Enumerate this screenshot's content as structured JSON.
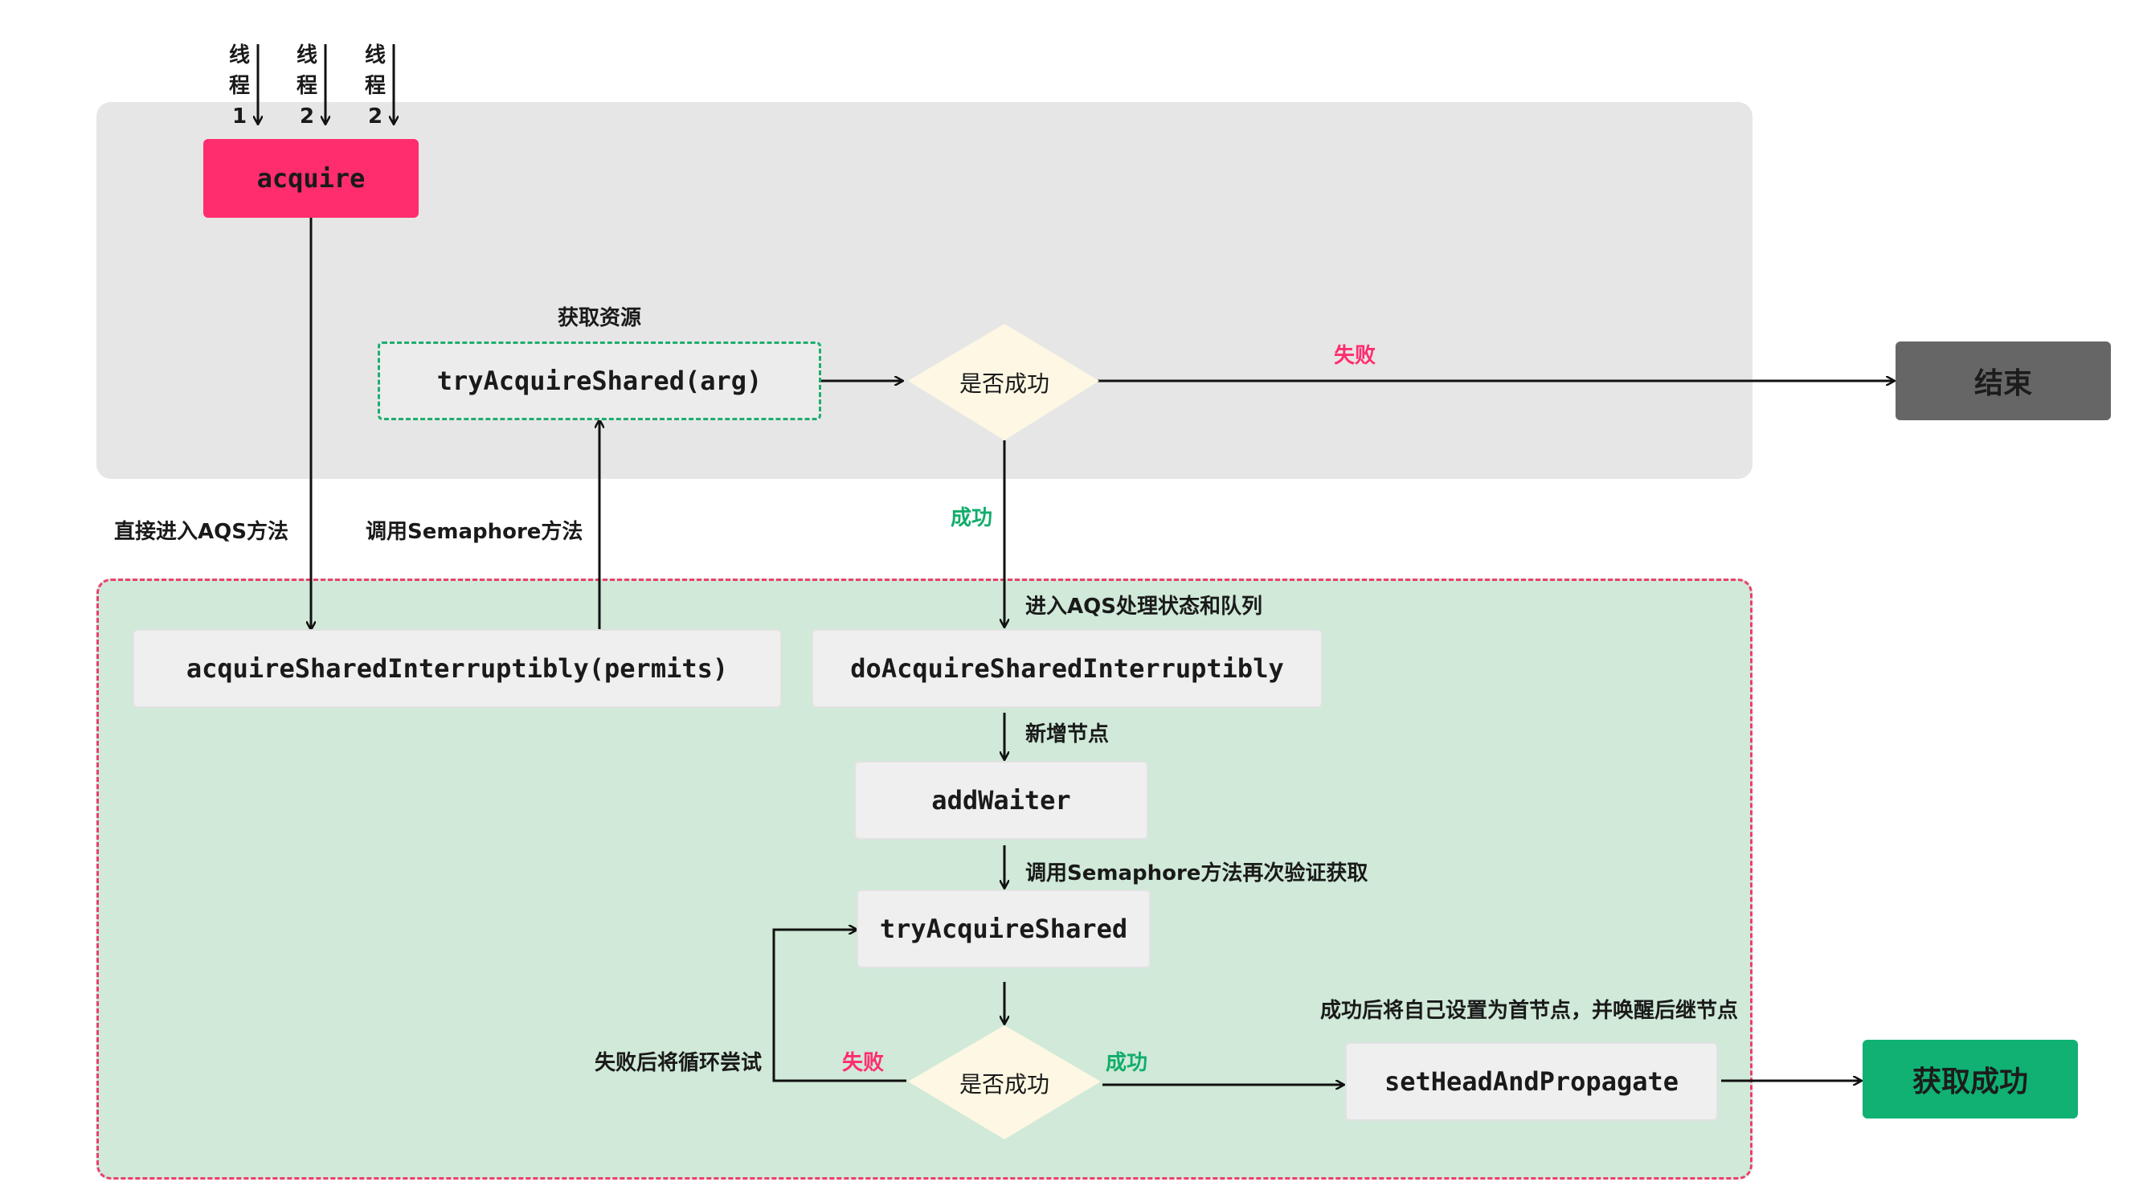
{
  "threads": [
    {
      "chars": [
        "线",
        "程",
        "1"
      ]
    },
    {
      "chars": [
        "线",
        "程",
        "2"
      ]
    },
    {
      "chars": [
        "线",
        "程",
        "2"
      ]
    }
  ],
  "nodes": {
    "acquire": "acquire",
    "try_acquire_shared_arg": "tryAcquireShared(arg)",
    "decision_top": "是否成功",
    "end": "结束",
    "acquire_shared_interruptibly": "acquireSharedInterruptibly(permits)",
    "do_acquire_shared_interruptibly": "doAcquireSharedInterruptibly",
    "add_waiter": "addWaiter",
    "try_acquire_shared": "tryAcquireShared",
    "decision_bottom": "是否成功",
    "set_head_and_propagate": "setHeadAndPropagate",
    "acquire_success": "获取成功"
  },
  "labels": {
    "get_resource": "获取资源",
    "fail_top": "失败",
    "success_top": "成功",
    "direct_enter_aqs": "直接进入AQS方法",
    "call_semaphore": "调用Semaphore方法",
    "enter_aqs_queue": "进入AQS处理状态和队列",
    "new_node": "新增节点",
    "call_semaphore_verify": "调用Semaphore方法再次验证获取",
    "success_bottom": "成功",
    "fail_bottom": "失败",
    "retry_loop": "失败后将循环尝试",
    "set_head_note": "成功后将自己设置为首节点，并唤醒后继节点"
  },
  "colors": {
    "acquire": "#ff2d6e",
    "success_green": "#10b173",
    "fail_red": "#ff2d6e",
    "end_gray": "#666666",
    "decision_fill": "#fdf7e3"
  }
}
